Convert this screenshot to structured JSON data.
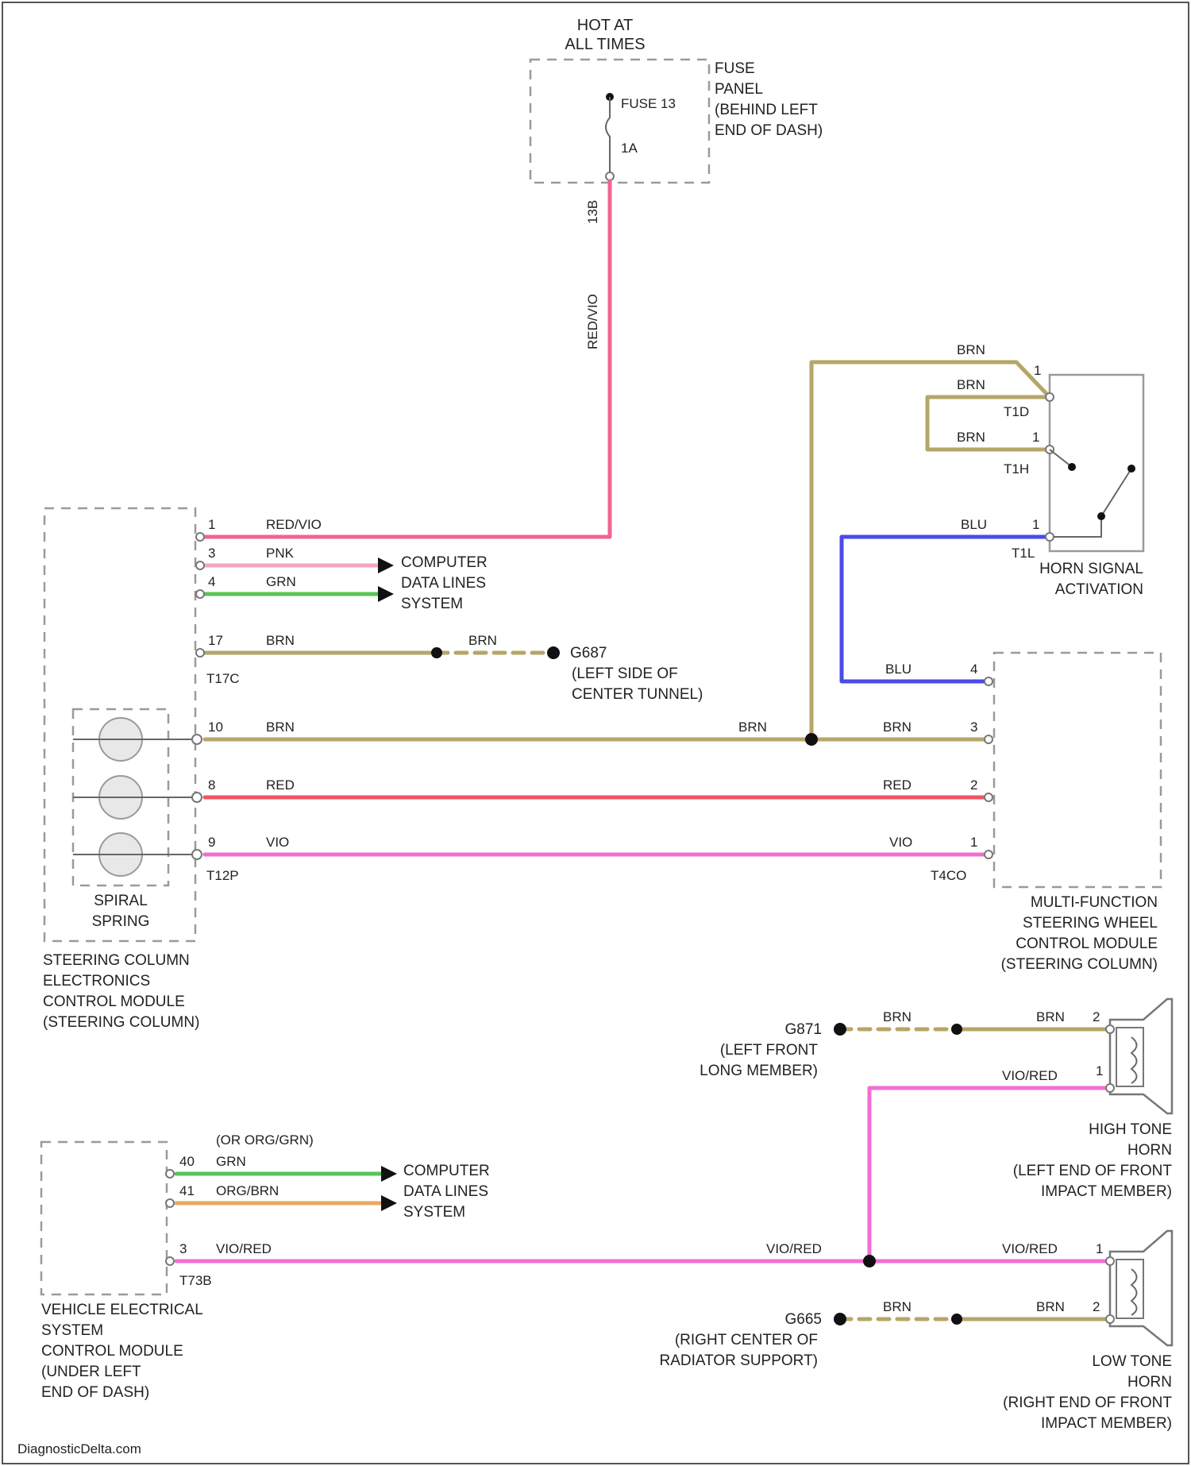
{
  "colors": {
    "red_vio": "#f0658f",
    "pnk": "#f4a6bf",
    "grn": "#59c455",
    "brn": "#b5a66a",
    "red": "#f25563",
    "vio": "#f06fd4",
    "blu": "#4b4be6",
    "org_brn": "#e8a860",
    "vio_red": "#f06fd4"
  },
  "fuse": {
    "header": [
      "HOT AT",
      "ALL TIMES"
    ],
    "label": "FUSE 13",
    "rating": "1A",
    "panel": [
      "FUSE",
      "PANEL",
      "(BEHIND LEFT",
      "END OF DASH)"
    ],
    "terminal": "13B",
    "wire": "RED/VIO"
  },
  "sccm": {
    "name": [
      "STEERING COLUMN",
      "ELECTRONICS",
      "CONTROL MODULE",
      "(STEERING COLUMN)"
    ],
    "spiral": [
      "SPIRAL",
      "SPRING"
    ],
    "connector_top": "T17C",
    "connector_bottom": "T12P",
    "pins": [
      {
        "pin": "1",
        "wire": "RED/VIO"
      },
      {
        "pin": "3",
        "wire": "PNK"
      },
      {
        "pin": "4",
        "wire": "GRN"
      },
      {
        "pin": "17",
        "wire": "BRN"
      },
      {
        "pin": "10",
        "wire": "BRN"
      },
      {
        "pin": "8",
        "wire": "RED"
      },
      {
        "pin": "9",
        "wire": "VIO"
      }
    ],
    "data_lines": [
      "COMPUTER",
      "DATA LINES",
      "SYSTEM"
    ],
    "ground": {
      "id": "G687",
      "wire": "BRN",
      "location": [
        "(LEFT SIDE OF",
        "CENTER TUNNEL)"
      ]
    }
  },
  "horn_switch": {
    "name": [
      "HORN SIGNAL",
      "ACTIVATION"
    ],
    "connectors": [
      "T1D",
      "T1H",
      "T1L"
    ],
    "wires": [
      "BRN",
      "BRN",
      "BRN",
      "BLU"
    ],
    "pins": [
      "1",
      "1",
      "1"
    ]
  },
  "mfsw": {
    "name": [
      "MULTI-FUNCTION",
      "STEERING WHEEL",
      "CONTROL MODULE",
      "(STEERING COLUMN)"
    ],
    "connector": "T4CO",
    "pins": [
      {
        "pin": "4",
        "wire": "BLU"
      },
      {
        "pin": "3",
        "wire": "BRN"
      },
      {
        "pin": "2",
        "wire": "RED"
      },
      {
        "pin": "1",
        "wire": "VIO"
      }
    ],
    "splice_wire": "BRN"
  },
  "horns": {
    "high": {
      "name": [
        "HIGH TONE",
        "HORN",
        "(LEFT END OF FRONT",
        "IMPACT MEMBER)"
      ],
      "pins": [
        "2",
        "1"
      ],
      "wires": [
        "BRN",
        "VIO/RED"
      ],
      "ground": {
        "id": "G871",
        "wire": "BRN",
        "location": [
          "(LEFT FRONT",
          "LONG MEMBER)"
        ]
      }
    },
    "low": {
      "name": [
        "LOW TONE",
        "HORN",
        "(RIGHT END OF FRONT",
        "IMPACT MEMBER)"
      ],
      "pins": [
        "1",
        "2"
      ],
      "wires": [
        "VIO/RED",
        "BRN"
      ],
      "ground": {
        "id": "G665",
        "wire": "BRN",
        "location": [
          "(RIGHT CENTER OF",
          "RADIATOR SUPPORT)"
        ]
      }
    }
  },
  "vescm": {
    "name": [
      "VEHICLE ELECTRICAL",
      "SYSTEM",
      "CONTROL MODULE",
      "(UNDER LEFT",
      "END OF DASH)"
    ],
    "connector": "T73B",
    "note": "(OR ORG/GRN)",
    "pins": [
      {
        "pin": "40",
        "wire": "GRN"
      },
      {
        "pin": "41",
        "wire": "ORG/BRN"
      },
      {
        "pin": "3",
        "wire": "VIO/RED"
      }
    ],
    "data_lines": [
      "COMPUTER",
      "DATA LINES",
      "SYSTEM"
    ],
    "vio_red_mid": "VIO/RED"
  },
  "watermark": "DiagnosticDelta.com"
}
